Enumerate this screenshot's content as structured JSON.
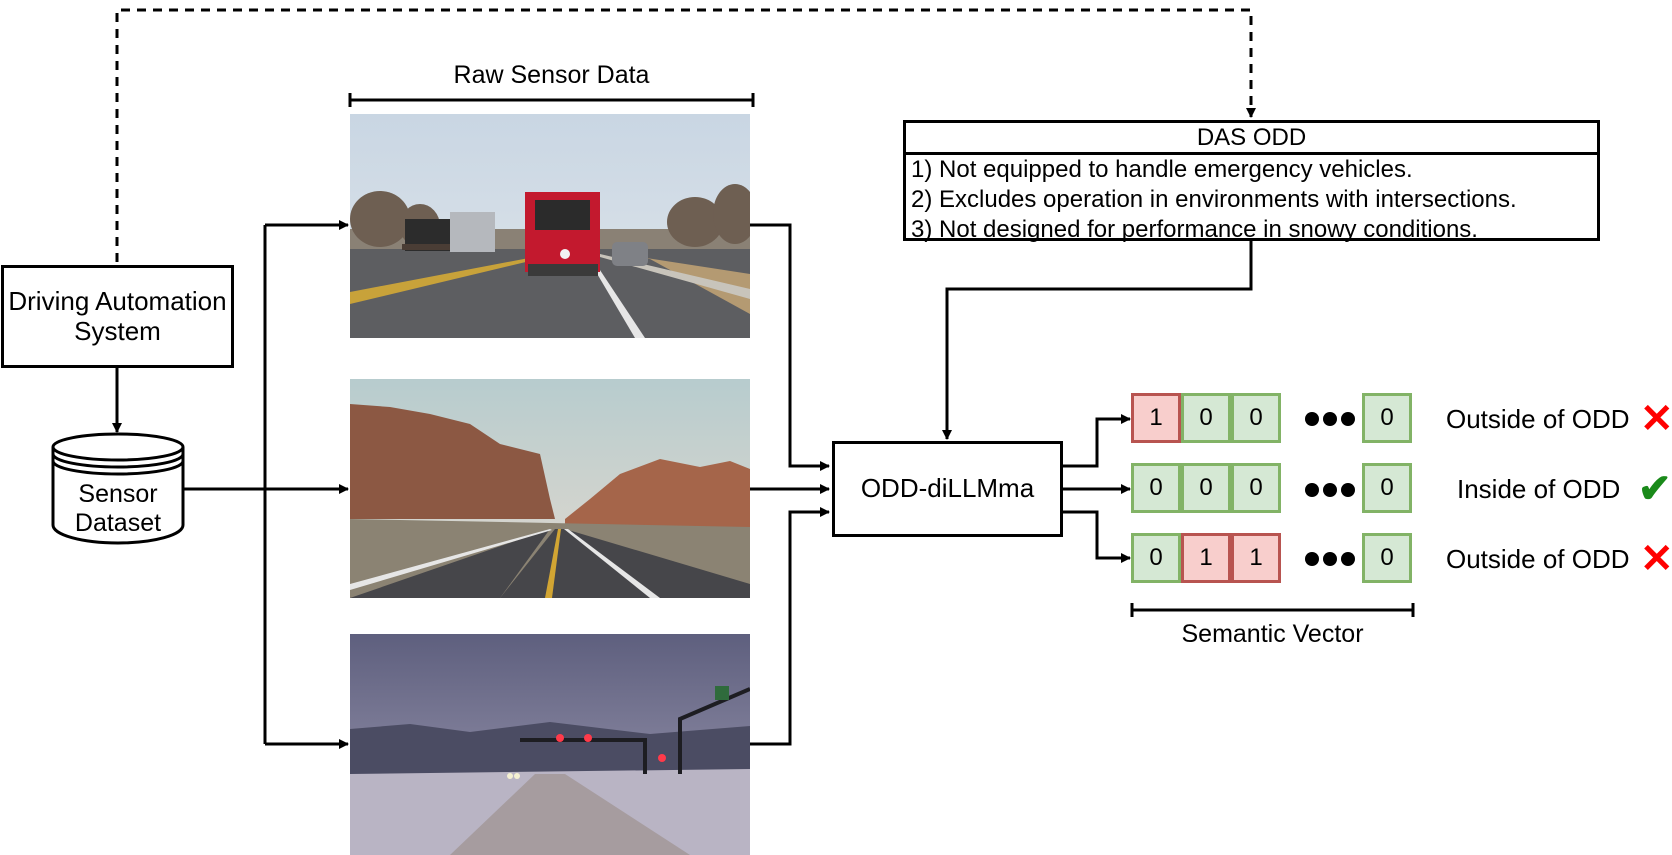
{
  "das_label": "Driving Automation System",
  "dataset_label": "Sensor Dataset",
  "raw_sensor_label": "Raw Sensor Data",
  "model_label": "ODD-diLLMma",
  "odd": {
    "title": "DAS ODD",
    "items": [
      "1) Not equipped to handle emergency vehicles.",
      "2) Excludes operation in environments with intersections.",
      "3) Not designed for performance in snowy conditions."
    ]
  },
  "vectors": [
    {
      "cells": [
        "1",
        "0",
        "0"
      ],
      "last": "0",
      "status": "Outside of ODD",
      "mark": "cross-icon"
    },
    {
      "cells": [
        "0",
        "0",
        "0"
      ],
      "last": "0",
      "status": "Inside of ODD",
      "mark": "check-icon"
    },
    {
      "cells": [
        "0",
        "1",
        "1"
      ],
      "last": "0",
      "status": "Outside of ODD",
      "mark": "cross-icon"
    }
  ],
  "semantic_vector_label": "Semantic Vector",
  "colors": {
    "zero_fill": "#d5e8d4",
    "zero_border": "#82b366",
    "one_fill": "#f8cecc",
    "one_border": "#b85450",
    "cross": "#ff0000",
    "check": "#1a8a1a"
  }
}
